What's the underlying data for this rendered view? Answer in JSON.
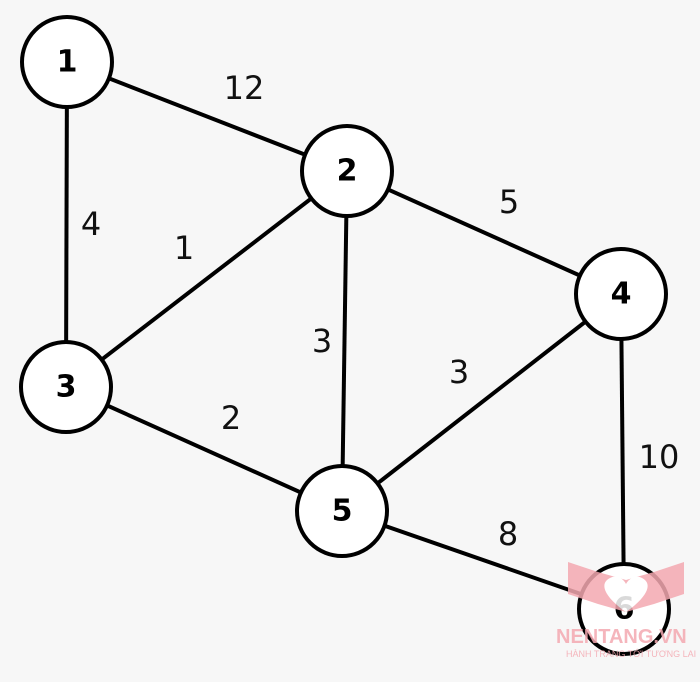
{
  "graph": {
    "nodes": [
      {
        "id": "1",
        "label": "1"
      },
      {
        "id": "2",
        "label": "2"
      },
      {
        "id": "3",
        "label": "3"
      },
      {
        "id": "4",
        "label": "4"
      },
      {
        "id": "5",
        "label": "5"
      },
      {
        "id": "6",
        "label": "6"
      }
    ],
    "edges": [
      {
        "from": "1",
        "to": "2",
        "weight": "12"
      },
      {
        "from": "1",
        "to": "3",
        "weight": "4"
      },
      {
        "from": "2",
        "to": "3",
        "weight": "1"
      },
      {
        "from": "2",
        "to": "4",
        "weight": "5"
      },
      {
        "from": "2",
        "to": "5",
        "weight": "3"
      },
      {
        "from": "3",
        "to": "5",
        "weight": "2"
      },
      {
        "from": "4",
        "to": "5",
        "weight": "3"
      },
      {
        "from": "4",
        "to": "6",
        "weight": "10"
      },
      {
        "from": "5",
        "to": "6",
        "weight": "8"
      }
    ]
  },
  "watermark": {
    "brand": "NENTANG.VN",
    "tagline": "HÀNH TRANG TỚI TƯƠNG LAI",
    "color": "#f4a9b1",
    "icon": "heart-book-icon"
  }
}
